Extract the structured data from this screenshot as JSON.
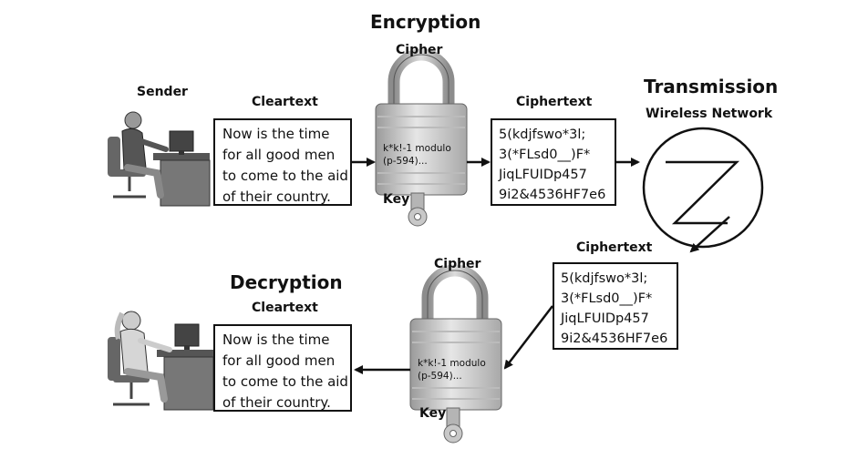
{
  "encryption": {
    "heading": "Encryption",
    "sender_label": "Sender",
    "cleartext_label": "Cleartext",
    "cleartext_lines": [
      "Now is the time",
      "for all good men",
      "to come to the aid",
      "of their country."
    ],
    "cipher_label": "Cipher",
    "cipher_code_lines": [
      "k*k!-1 modulo",
      "(p-594)..."
    ],
    "key_label": "Key",
    "ciphertext_label": "Ciphertext",
    "ciphertext_lines": [
      "5(kdjfswo*3l;",
      "3(*FLsd0__)F*",
      "JiqLFUIDp457",
      "9i2&4536HF7e6"
    ]
  },
  "transmission": {
    "heading": "Transmission",
    "network_label": "Wireless Network"
  },
  "decryption": {
    "heading": "Decryption",
    "ciphertext_label": "Ciphertext",
    "ciphertext_lines": [
      "5(kdjfswo*3l;",
      "3(*FLsd0__)F*",
      "JiqLFUIDp457",
      "9i2&4536HF7e6"
    ],
    "cipher_label": "Cipher",
    "cipher_code_lines": [
      "k*k!-1 modulo",
      "(p-594)..."
    ],
    "key_label": "Key",
    "cleartext_label": "Cleartext",
    "cleartext_lines": [
      "Now is the time",
      "for all good men",
      "to come to the aid",
      "of their country."
    ]
  }
}
